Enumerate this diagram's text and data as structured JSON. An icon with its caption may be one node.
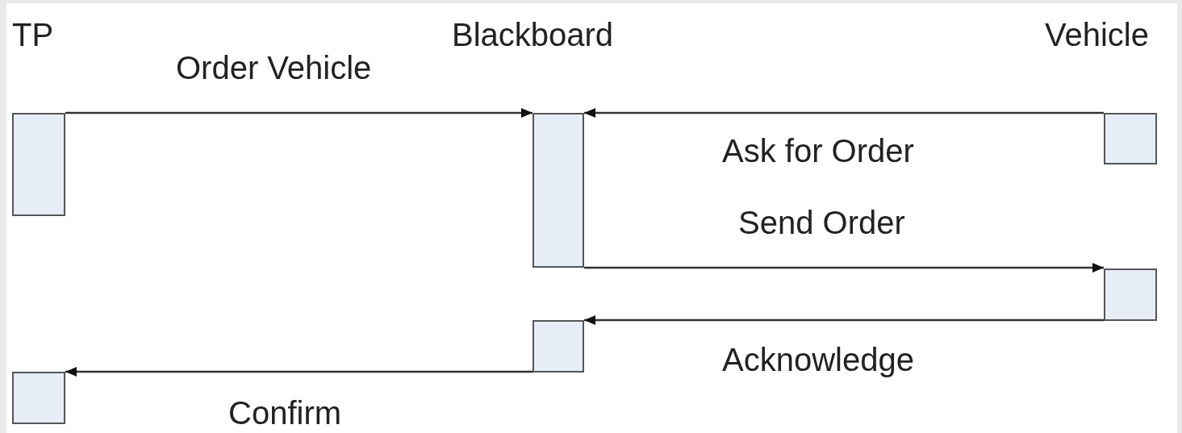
{
  "diagram": {
    "nodes": [
      {
        "text": [],
        "shape": "box"
      },
      {
        "text": [],
        "shape": "box"
      },
      {
        "text": [],
        "shape": "box"
      },
      {
        "text": [],
        "shape": "box"
      },
      {
        "text": [],
        "shape": "box"
      },
      {
        "text": [],
        "shape": "box"
      }
    ],
    "edges": [
      {
        "from": 0,
        "to": 1,
        "arrow": "to",
        "label": "Order Vehicle"
      },
      {
        "from": 2,
        "to": 1,
        "arrow": "to",
        "label": "Ask for Order"
      },
      {
        "from": 1,
        "to": 3,
        "arrow": "to",
        "label": "Send Order"
      },
      {
        "from": 3,
        "to": 4,
        "arrow": "to",
        "label": "Acknowledge"
      },
      {
        "from": 4,
        "to": 5,
        "arrow": "to",
        "label": "Confirm"
      }
    ],
    "labels": [
      "TP",
      "Blackboard",
      "Vehicle"
    ]
  }
}
